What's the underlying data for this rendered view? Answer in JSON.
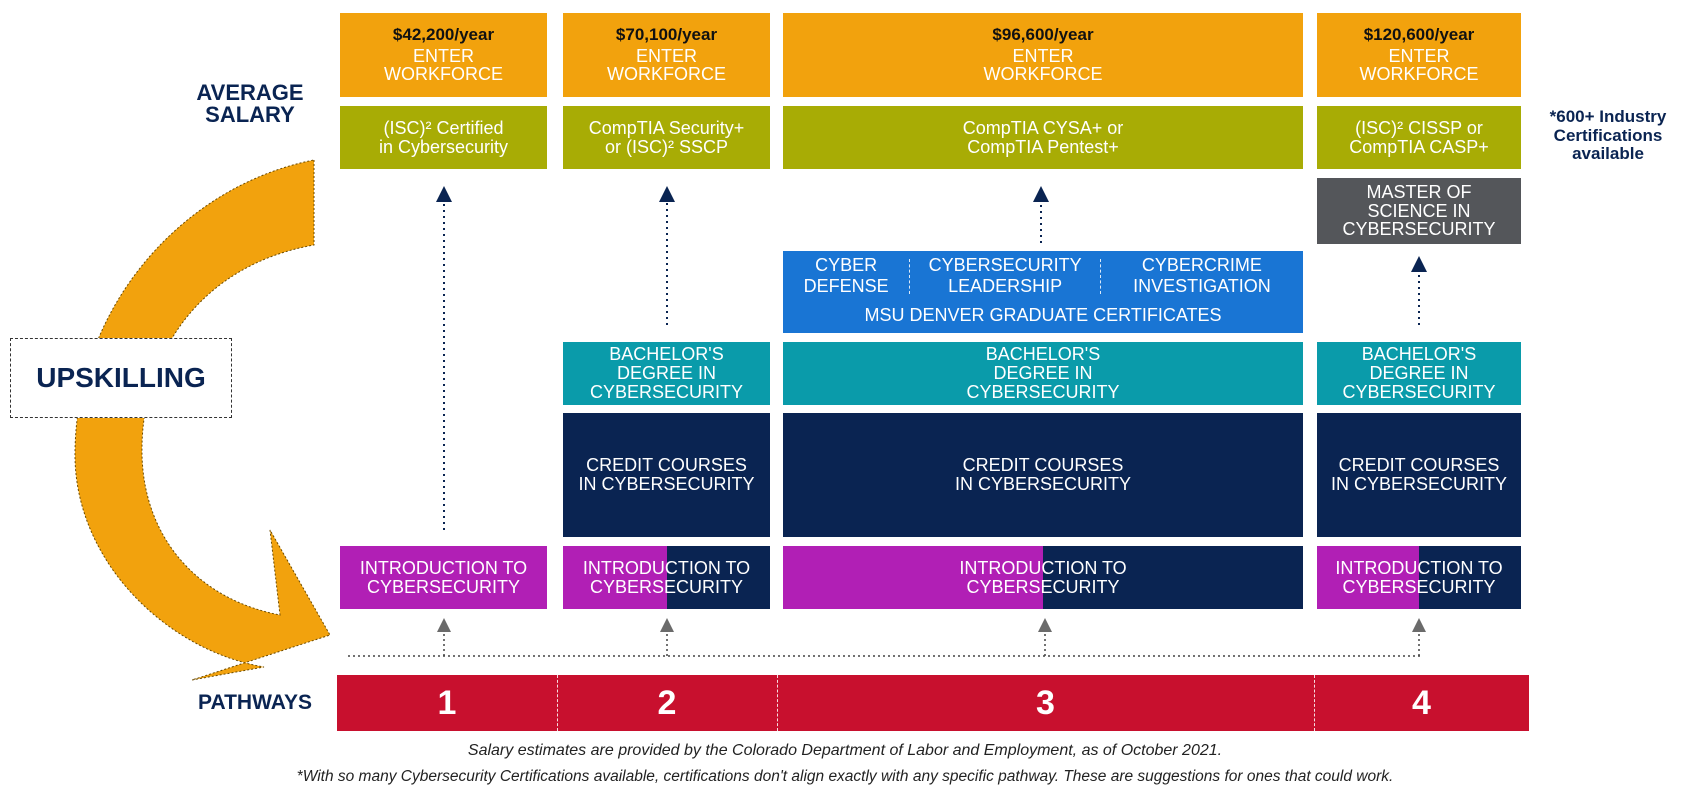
{
  "labels": {
    "average_salary_line1": "AVERAGE",
    "average_salary_line2": "SALARY",
    "upskilling": "UPSKILLING",
    "pathways": "PATHWAYS",
    "industry_note_line1": "*600+ Industry",
    "industry_note_line2": "Certifications",
    "industry_note_line3": "available"
  },
  "pathways": [
    {
      "number": "1",
      "salary": "$42,200/year",
      "enter_line1": "ENTER",
      "enter_line2": "WORKFORCE",
      "cert_line1": "(ISC)² Certified",
      "cert_line2": "in Cybersecurity",
      "intro_line1": "INTRODUCTION TO",
      "intro_line2": "CYBERSECURITY"
    },
    {
      "number": "2",
      "salary": "$70,100/year",
      "enter_line1": "ENTER",
      "enter_line2": "WORKFORCE",
      "cert_line1": "CompTIA Security+",
      "cert_line2": "or (ISC)² SSCP",
      "bachelor_line1": "BACHELOR'S",
      "bachelor_line2": "DEGREE IN",
      "bachelor_line3": "CYBERSECURITY",
      "credit_line1": "CREDIT COURSES",
      "credit_line2": "IN CYBERSECURITY",
      "intro_line1": "INTRODUCTION TO",
      "intro_line2": "CYBERSECURITY"
    },
    {
      "number": "3",
      "salary": "$96,600/year",
      "enter_line1": "ENTER",
      "enter_line2": "WORKFORCE",
      "cert_line1": "CompTIA CYSA+ or",
      "cert_line2": "CompTIA Pentest+",
      "grad_certs": [
        {
          "line1": "CYBER",
          "line2": "DEFENSE"
        },
        {
          "line1": "CYBERSECURITY",
          "line2": "LEADERSHIP"
        },
        {
          "line1": "CYBERCRIME",
          "line2": "INVESTIGATION"
        }
      ],
      "grad_title": "MSU DENVER GRADUATE CERTIFICATES",
      "bachelor_line1": "BACHELOR'S",
      "bachelor_line2": "DEGREE IN",
      "bachelor_line3": "CYBERSECURITY",
      "credit_line1": "CREDIT COURSES",
      "credit_line2": "IN CYBERSECURITY",
      "intro_line1": "INTRODUCTION TO",
      "intro_line2": "CYBERSECURITY"
    },
    {
      "number": "4",
      "salary": "$120,600/year",
      "enter_line1": "ENTER",
      "enter_line2": "WORKFORCE",
      "cert_line1": "(ISC)²  CISSP or",
      "cert_line2": "CompTIA CASP+",
      "master_line1": "MASTER OF",
      "master_line2": "SCIENCE IN",
      "master_line3": "CYBERSECURITY",
      "bachelor_line1": "BACHELOR'S",
      "bachelor_line2": "DEGREE IN",
      "bachelor_line3": "CYBERSECURITY",
      "credit_line1": "CREDIT COURSES",
      "credit_line2": "IN CYBERSECURITY",
      "intro_line1": "INTRODUCTION TO",
      "intro_line2": "CYBERSECURITY"
    }
  ],
  "footnotes": {
    "salary_source": "Salary estimates are provided by the Colorado Department of Labor and Employment, as of October 2021.",
    "cert_note": "*With so many Cybersecurity Certifications available, certifications don't align exactly with any specific pathway. These are suggestions for ones that could work."
  },
  "colors": {
    "salary_orange": "#F2A20D",
    "cert_olive": "#A8AC05",
    "master_gray": "#54565A",
    "grad_blue": "#1975D4",
    "bachelor_teal": "#0A9BAA",
    "credit_navy": "#0A2452",
    "intro_magenta": "#B11FB5",
    "pathway_red": "#C8102E",
    "label_navy": "#0A2452"
  }
}
